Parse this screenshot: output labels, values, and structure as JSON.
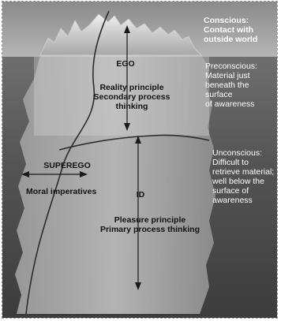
{
  "levels": {
    "conscious": "Conscious:\nContact with\noutside world",
    "preconscious": "Preconscious:\nMaterial just\nbeneath the surface\nof awareness",
    "unconscious": "Unconscious:\nDifficult to\nretrieve material;\nwell below the\nsurface of\nawareness"
  },
  "structures": {
    "ego": {
      "name": "EGO",
      "description": "Reality principle\nSecondary process thinking"
    },
    "superego": {
      "name": "SUPEREGO",
      "description": "Moral imperatives"
    },
    "id": {
      "name": "ID",
      "description": "Pleasure principle\nPrimary process thinking"
    }
  }
}
